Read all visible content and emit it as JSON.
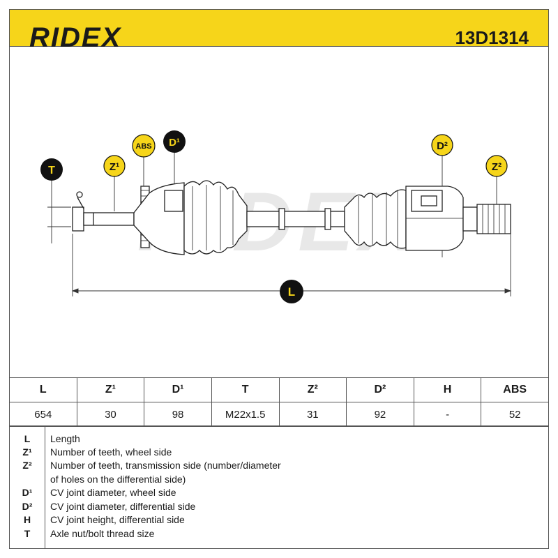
{
  "header": {
    "brand": "RIDEX",
    "part_number": "13D1314"
  },
  "colors": {
    "header_bg": "#f6d51a",
    "badge_fill": "#f6d51a",
    "badge_dark": "#111111",
    "line": "#222222",
    "watermark": "#e6e6e6"
  },
  "drawing": {
    "watermark": "RIDEX",
    "badges": {
      "T": "T",
      "Z1": "Z¹",
      "ABS": "ABS",
      "D1": "D¹",
      "D2": "D²",
      "Z2": "Z²",
      "L": "L"
    }
  },
  "table": {
    "headers": [
      "L",
      "Z¹",
      "D¹",
      "T",
      "Z²",
      "D²",
      "H",
      "ABS"
    ],
    "values": [
      "654",
      "30",
      "98",
      "M22x1.5",
      "31",
      "92",
      "-",
      "52"
    ]
  },
  "legend": [
    {
      "key": "L",
      "desc": "Length"
    },
    {
      "key": "Z¹",
      "desc": "Number of teeth, wheel side"
    },
    {
      "key": "Z²",
      "desc": "Number of teeth, transmission side (number/diameter"
    },
    {
      "key": "",
      "desc": "of holes on the differential side)"
    },
    {
      "key": "D¹",
      "desc": "CV joint diameter, wheel side"
    },
    {
      "key": "D²",
      "desc": "CV joint diameter, differential side"
    },
    {
      "key": "H",
      "desc": "CV joint height, differential side"
    },
    {
      "key": "T",
      "desc": "Axle nut/bolt thread size"
    }
  ]
}
